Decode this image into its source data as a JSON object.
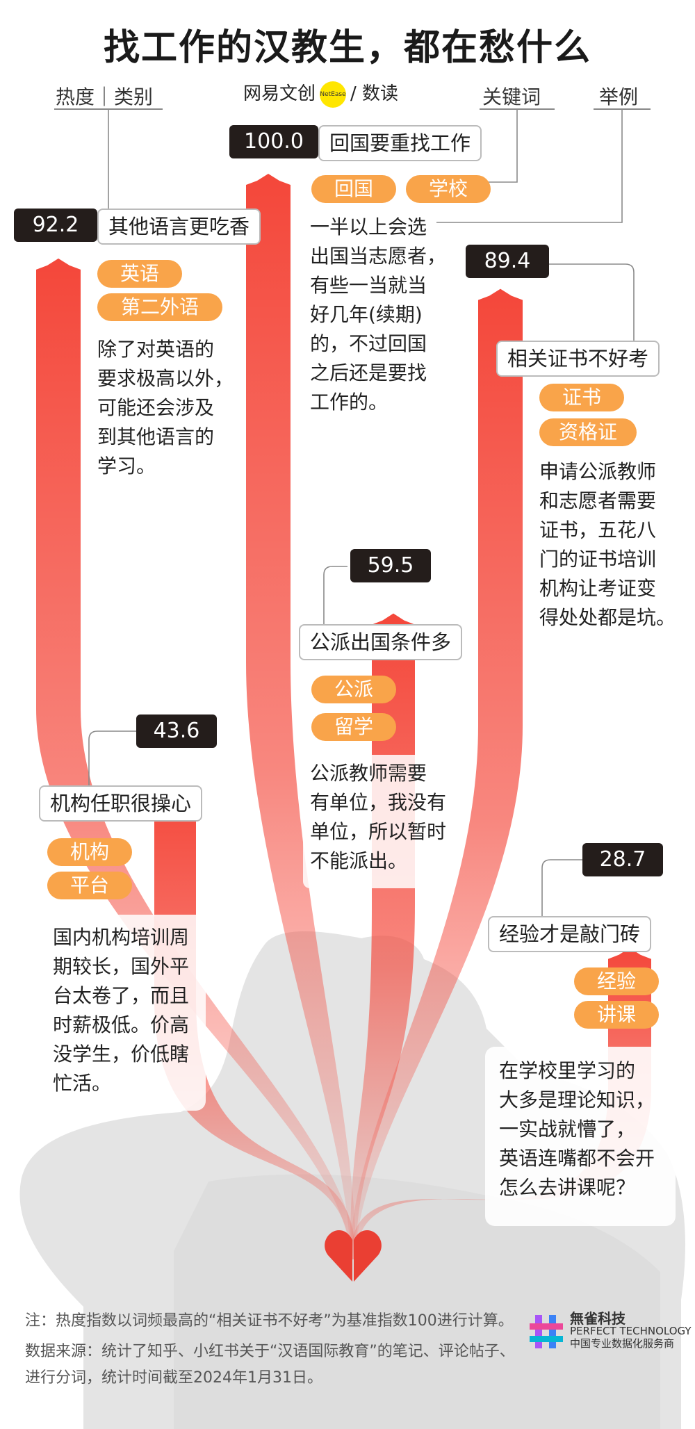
{
  "title": "找工作的汉教生，都在愁什么",
  "legend": {
    "heat_category": "热度｜类别",
    "keywords": "关键词",
    "example": "举例"
  },
  "brand": {
    "left": "网易文创",
    "circle": "NetEase",
    "right": "/ 数读"
  },
  "colors": {
    "bar_red": "#f4473a",
    "keyword_orange": "#f9a44a",
    "score_bg": "#241d1b",
    "heart": "#ea3f33"
  },
  "chart_data": {
    "type": "bar",
    "categories": [
      "其他语言更吃香",
      "机构任职很操心",
      "回国要重找工作",
      "公派出国条件多",
      "相关证书不好考",
      "经验才是敲门砖"
    ],
    "values": [
      92.2,
      43.6,
      100.0,
      59.5,
      89.4,
      28.7
    ],
    "ylim": [
      0,
      100
    ]
  },
  "items": [
    {
      "score": "92.2",
      "category": "其他语言更吃香",
      "keywords": [
        "英语",
        "第二外语"
      ],
      "description": "除了对英语的\n要求极高以外，\n可能还会涉及\n到其他语言的\n学习。"
    },
    {
      "score": "43.6",
      "category": "机构任职很操心",
      "keywords": [
        "机构",
        "平台"
      ],
      "description": "国内机构培训周\n期较长，国外平\n台太卷了，而且\n时薪极低。价高\n没学生，价低瞎\n忙活。"
    },
    {
      "score": "100.0",
      "category": "回国要重找工作",
      "keywords": [
        "回国",
        "学校"
      ],
      "description": "一半以上会选\n出国当志愿者，\n有些一当就当\n好几年(续期)\n的，不过回国\n之后还是要找\n工作的。"
    },
    {
      "score": "59.5",
      "category": "公派出国条件多",
      "keywords": [
        "公派",
        "留学"
      ],
      "description": "公派教师需要\n有单位，我没有\n单位，所以暂时\n不能派出。"
    },
    {
      "score": "89.4",
      "category": "相关证书不好考",
      "keywords": [
        "证书",
        "资格证"
      ],
      "description": "申请公派教师\n和志愿者需要\n证书，五花八\n门的证书培训\n机构让考证变\n得处处都是坑。"
    },
    {
      "score": "28.7",
      "category": "经验才是敲门砖",
      "keywords": [
        "经验",
        "讲课"
      ],
      "description": "在学校里学习的\n大多是理论知识，\n一实战就懵了，\n英语连嘴都不会开\n怎么去讲课呢？"
    }
  ],
  "note": "注：热度指数以词频最高的“相关证书不好考”为基准指数100进行计算。",
  "source_line1": "数据来源：统计了知乎、小红书关于“汉语国际教育”的笔记、评论帖子、",
  "source_line2": "进行分词，统计时间截至2024年1月31日。",
  "watermark": {
    "title": "無雀科技",
    "line1": "PERFECT TECHNOLOGY",
    "line2": "中国专业数据化服务商"
  }
}
